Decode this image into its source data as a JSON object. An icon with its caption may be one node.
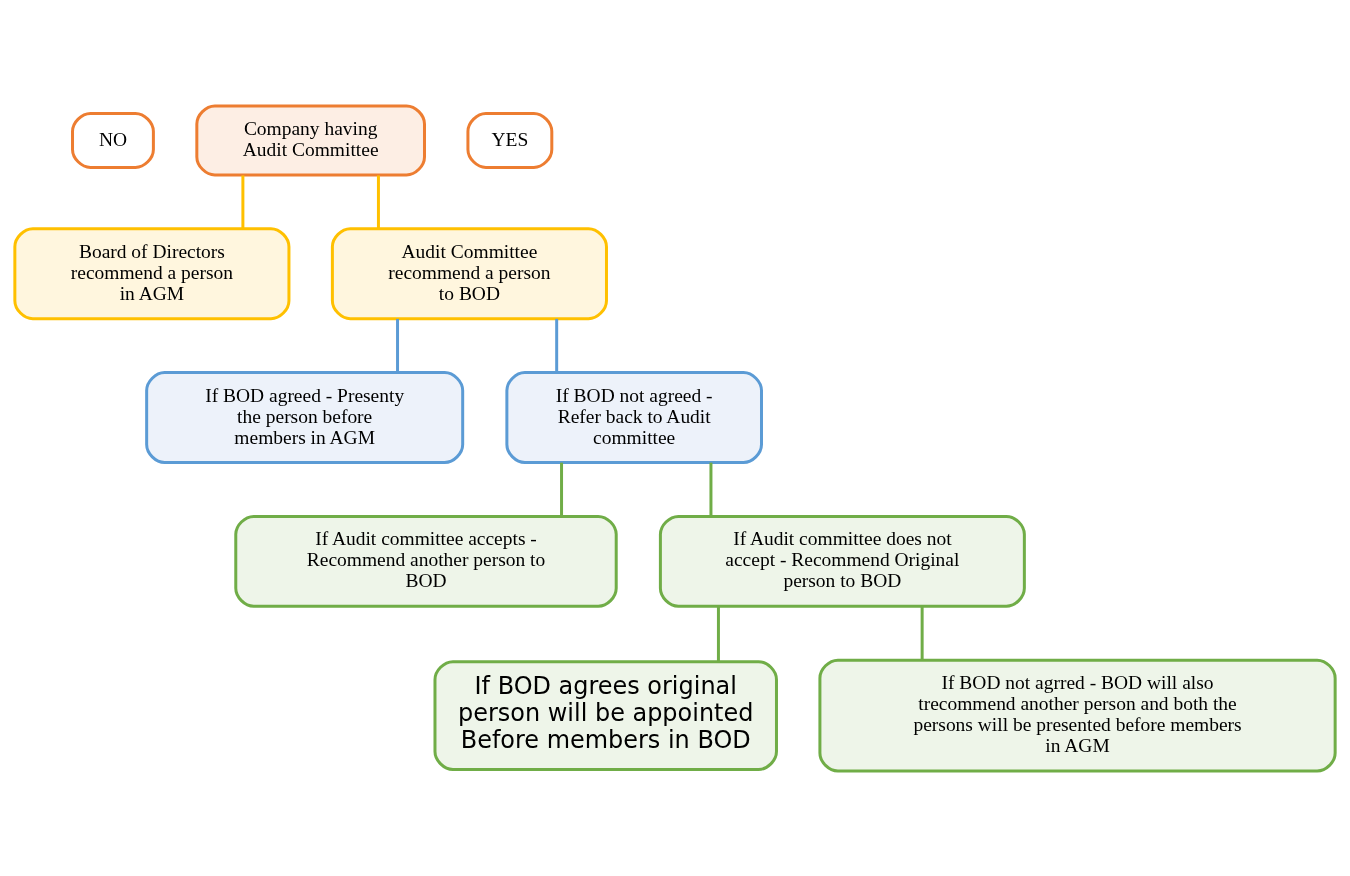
{
  "diagram": {
    "nodes": [
      {
        "text": [
          "Company having Audit Committee"
        ]
      },
      {
        "text": [
          "NO"
        ]
      },
      {
        "text": [
          "YES"
        ]
      },
      {
        "text": [
          "Board of Directors recommend a person in AGM"
        ]
      },
      {
        "text": [
          "Audit Committee recommend a person to BOD"
        ]
      },
      {
        "text": [
          "If BOD agreed - Presenty the person before members in AGM"
        ]
      },
      {
        "text": [
          "If BOD not agreed - Refer back to Audit committee"
        ]
      },
      {
        "text": [
          "If Audit committee accepts - Recommend another person to BOD"
        ]
      },
      {
        "text": [
          "If Audit committee does not accept - Recommend Original person to BOD"
        ]
      },
      {
        "text": [
          "If BOD agrees original person will be appointed Before members in BOD"
        ]
      },
      {
        "text": [
          "If BOD not agrred - BOD will also trecommend another person and both the persons will be presented before members in AGM"
        ]
      }
    ],
    "edges": [
      {
        "from": 0,
        "to": 3,
        "arrow": "none",
        "color": "#ffc000"
      },
      {
        "from": 0,
        "to": 4,
        "arrow": "none",
        "color": "#ffc000"
      },
      {
        "from": 4,
        "to": 5,
        "arrow": "none",
        "color": "#5b9bd5"
      },
      {
        "from": 4,
        "to": 6,
        "arrow": "none",
        "color": "#5b9bd5"
      },
      {
        "from": 6,
        "to": 7,
        "arrow": "none"
      },
      {
        "from": 6,
        "to": 8,
        "arrow": "none"
      },
      {
        "from": 8,
        "to": 9,
        "arrow": "none"
      },
      {
        "from": 8,
        "to": 10,
        "arrow": "none"
      }
    ]
  }
}
